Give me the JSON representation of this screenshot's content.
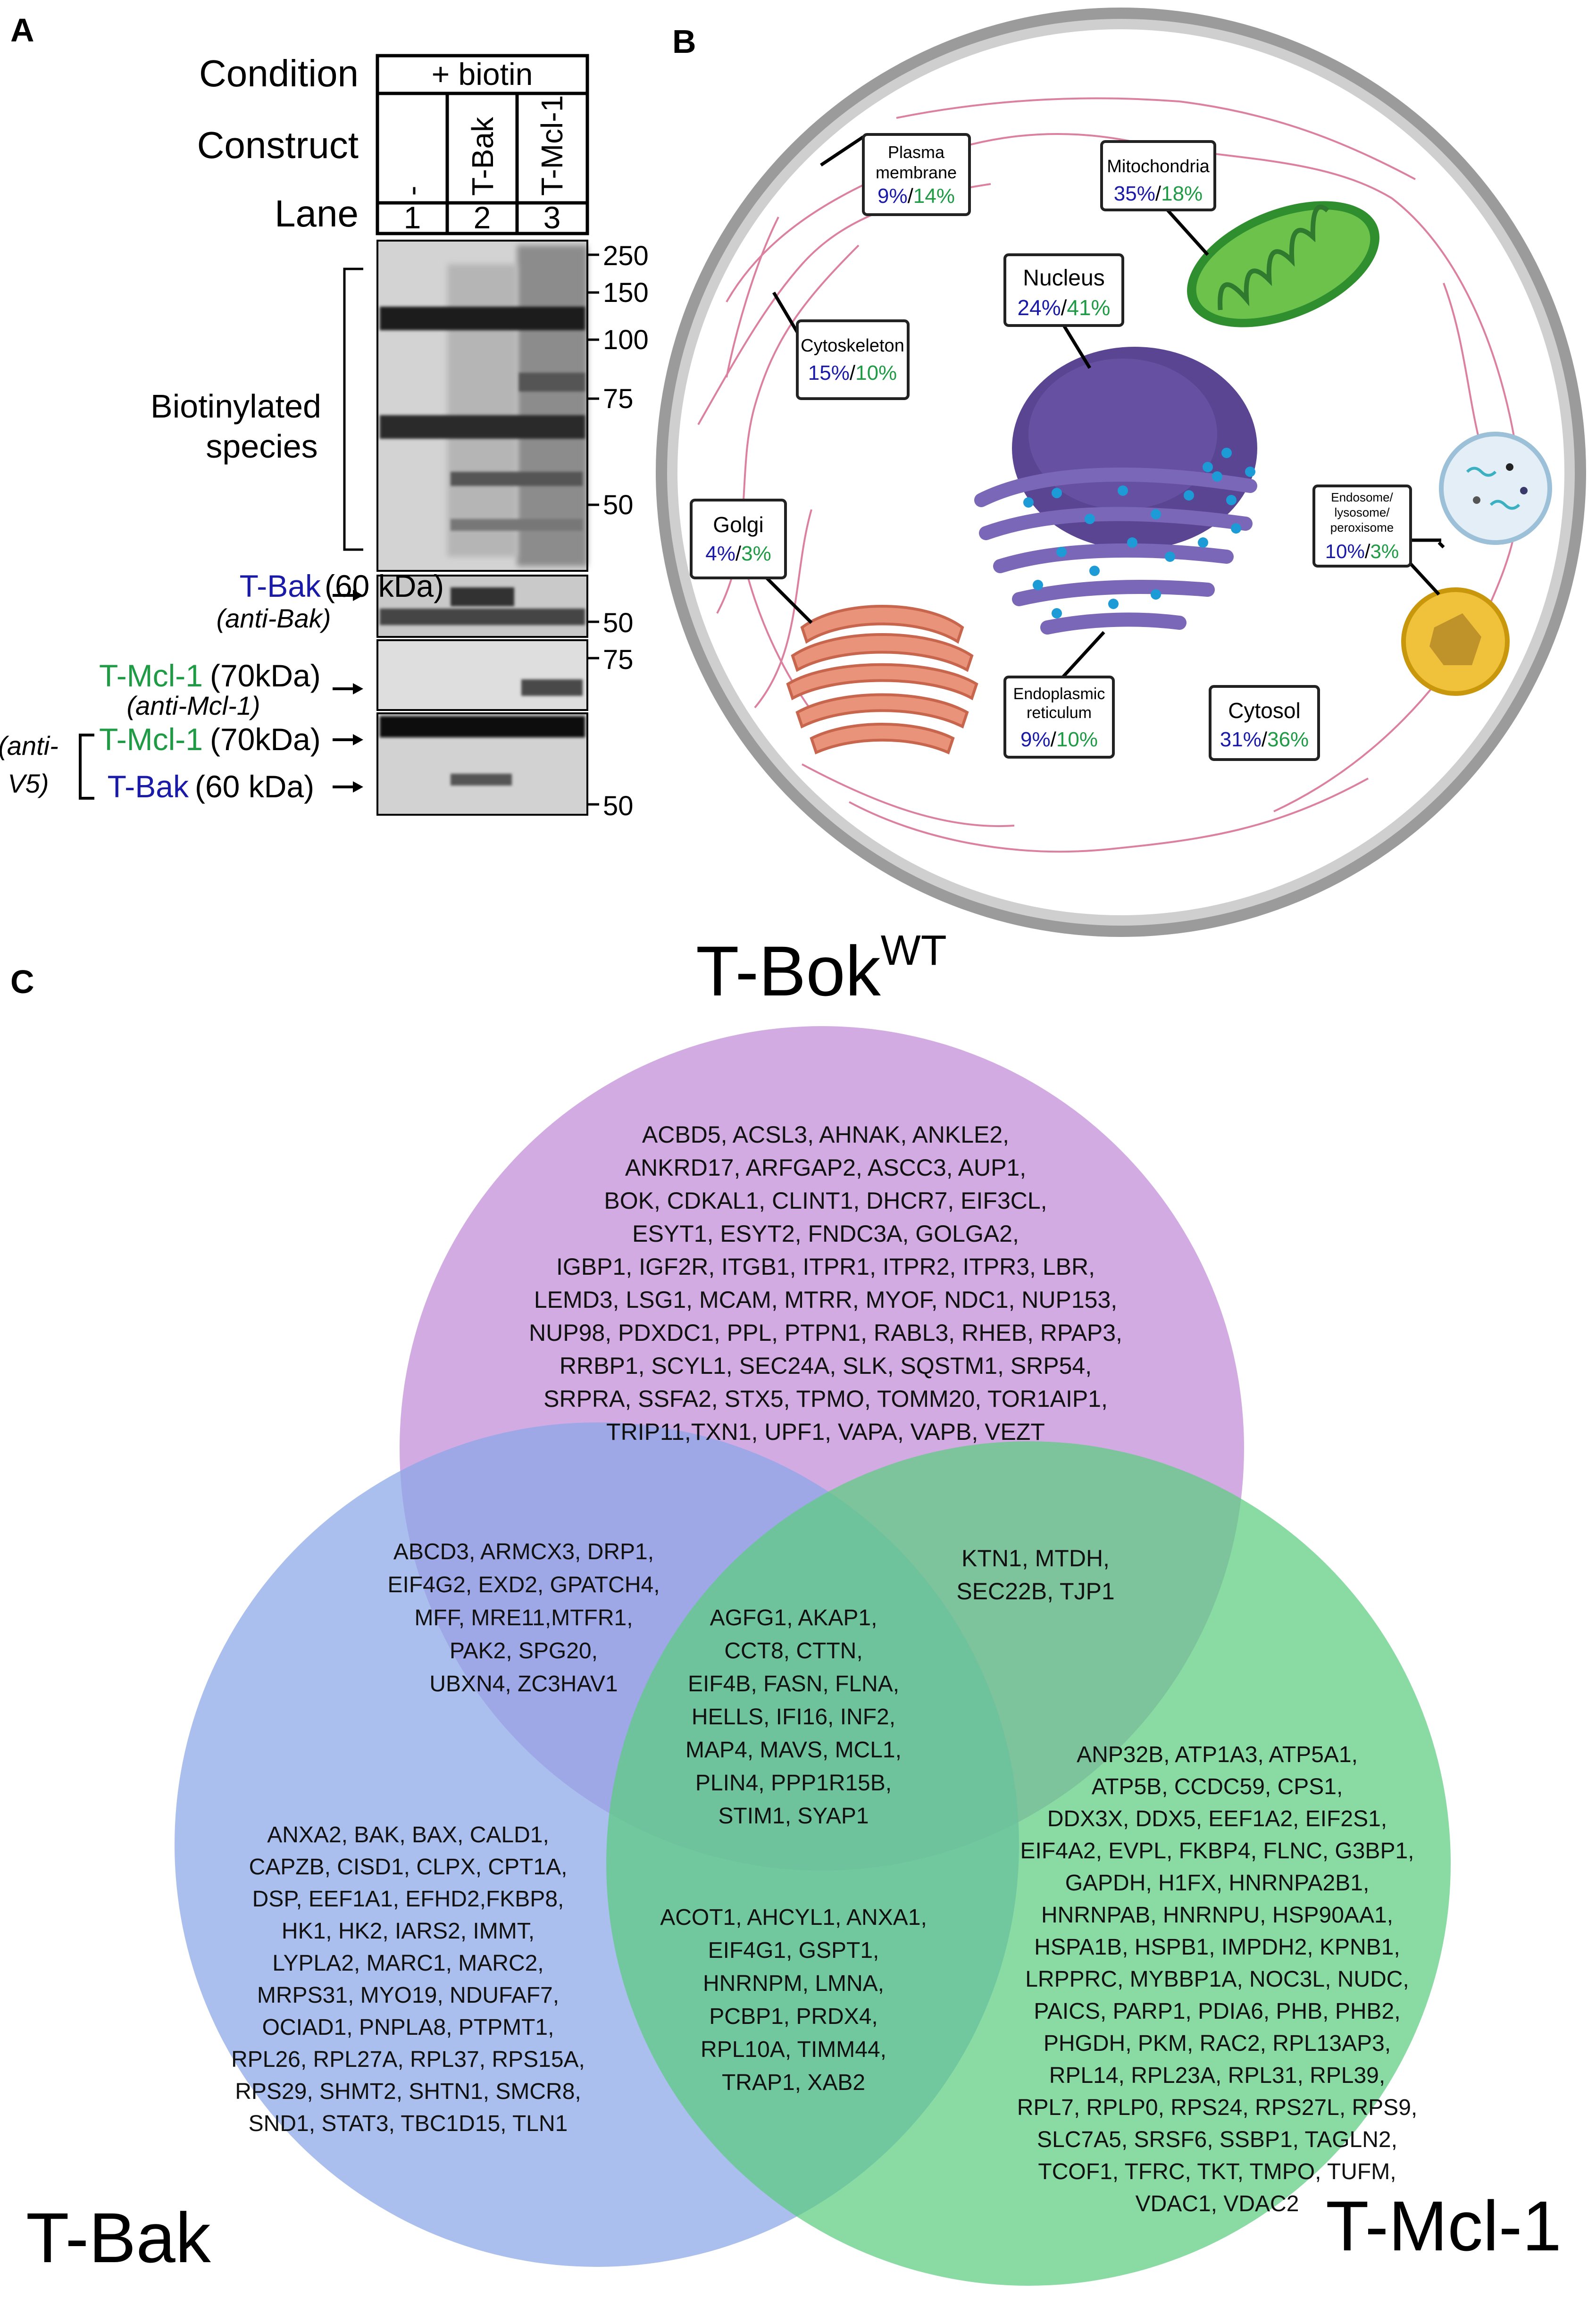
{
  "panelA": {
    "letter": "A",
    "condition_label": "Condition",
    "condition_value": "+ biotin",
    "construct_label": "Construct",
    "constructs": [
      "-",
      "T-Bak",
      "T-Mcl-1"
    ],
    "lane_label": "Lane",
    "lanes": [
      "1",
      "2",
      "3"
    ],
    "markers_top": [
      "250",
      "150",
      "100",
      "75",
      "50"
    ],
    "marker_mid": "50",
    "marker_mcl_top": "75",
    "marker_bottom": "50",
    "biotinylated_line1": "Biotinylated",
    "biotinylated_line2": "species",
    "tbak_name": "T-Bak",
    "tbak_size": "(60 kDa)",
    "tbak_antibody": "(anti-Bak)",
    "tmcl_name": "T-Mcl-1",
    "tmcl_size": "(70kDa)",
    "tmcl_antibody": "(anti-Mcl-1)",
    "v5_line1": "(anti-",
    "v5_line2": "V5)",
    "v5_mcl_name": "T-Mcl-1",
    "v5_mcl_size": "(70kDa)",
    "v5_bak_name": "T-Bak",
    "v5_bak_size": "(60 kDa)"
  },
  "panelB": {
    "letter": "B",
    "labels": {
      "plasma_membrane": {
        "line1": "Plasma",
        "line2": "membrane",
        "blue": "9%",
        "green": "14%"
      },
      "mitochondria": {
        "line1": "Mitochondria",
        "blue": "35%",
        "green": "18%"
      },
      "nucleus": {
        "line1": "Nucleus",
        "blue": "24%",
        "green": "41%"
      },
      "cytoskeleton": {
        "line1": "Cytoskeleton",
        "blue": "15%",
        "green": "10%"
      },
      "golgi": {
        "line1": "Golgi",
        "blue": "4%",
        "green": "3%"
      },
      "endosome": {
        "line1": "Endosome/",
        "line2": "lysosome/",
        "line3": "peroxisome",
        "blue": "10%",
        "green": "3%"
      },
      "er": {
        "line1": "Endoplasmic",
        "line2": "reticulum",
        "blue": "9%",
        "green": "10%"
      },
      "cytosol": {
        "line1": "Cytosol",
        "blue": "31%",
        "green": "36%"
      }
    },
    "slash": "/"
  },
  "panelC": {
    "letter": "C",
    "title_main": "T-Bok",
    "title_sup": "WT",
    "label_bak": "T-Bak",
    "label_mcl": "T-Mcl-1",
    "colors": {
      "bok": "#c08ad8",
      "bak": "#8aa6e8",
      "mcl": "#5ccc80"
    },
    "bok_only": [
      "ACBD5, ACSL3, AHNAK, ANKLE2,",
      "ANKRD17, ARFGAP2, ASCC3, AUP1,",
      "BOK, CDKAL1, CLINT1, DHCR7, EIF3CL,",
      "ESYT1, ESYT2, FNDC3A, GOLGA2,",
      "IGBP1, IGF2R, ITGB1, ITPR1, ITPR2, ITPR3, LBR,",
      "LEMD3, LSG1, MCAM, MTRR, MYOF, NDC1, NUP153,",
      "NUP98, PDXDC1, PPL, PTPN1, RABL3, RHEB, RPAP3,",
      "RRBP1, SCYL1, SEC24A, SLK, SQSTM1, SRP54,",
      "SRPRA, SSFA2, STX5, TPMO, TOMM20, TOR1AIP1,",
      "TRIP11,TXN1, UPF1, VAPA, VAPB, VEZT"
    ],
    "bok_bak": [
      "ABCD3, ARMCX3, DRP1,",
      "EIF4G2, EXD2, GPATCH4,",
      "MFF, MRE11,MTFR1,",
      "PAK2, SPG20,",
      "UBXN4, ZC3HAV1"
    ],
    "bok_mcl": [
      "KTN1, MTDH,",
      "SEC22B, TJP1"
    ],
    "all_three": [
      "AGFG1, AKAP1,",
      "CCT8, CTTN,",
      "EIF4B, FASN, FLNA,",
      "HELLS, IFI16, INF2,",
      "MAP4, MAVS, MCL1,",
      "PLIN4, PPP1R15B,",
      "STIM1, SYAP1"
    ],
    "bak_mcl": [
      "ACOT1, AHCYL1, ANXA1,",
      "EIF4G1, GSPT1,",
      "HNRNPM, LMNA,",
      "PCBP1, PRDX4,",
      "RPL10A, TIMM44,",
      "TRAP1, XAB2"
    ],
    "bak_only": [
      "ANXA2, BAK, BAX, CALD1,",
      "CAPZB, CISD1, CLPX, CPT1A,",
      "DSP, EEF1A1, EFHD2,FKBP8,",
      "HK1, HK2, IARS2, IMMT,",
      "LYPLA2, MARC1, MARC2,",
      "MRPS31, MYO19, NDUFAF7,",
      "OCIAD1, PNPLA8, PTPMT1,",
      "RPL26, RPL27A, RPL37, RPS15A,",
      "RPS29, SHMT2, SHTN1, SMCR8,",
      "SND1, STAT3, TBC1D15, TLN1"
    ],
    "mcl_only": [
      "ANP32B, ATP1A3, ATP5A1,",
      "ATP5B, CCDC59, CPS1,",
      "DDX3X, DDX5, EEF1A2, EIF2S1,",
      "EIF4A2, EVPL, FKBP4, FLNC, G3BP1,",
      "GAPDH, H1FX, HNRNPA2B1,",
      "HNRNPAB, HNRNPU, HSP90AA1,",
      "HSPA1B, HSPB1, IMPDH2, KPNB1,",
      "LRPPRC, MYBBP1A, NOC3L, NUDC,",
      "PAICS, PARP1, PDIA6, PHB, PHB2,",
      "PHGDH, PKM, RAC2, RPL13AP3,",
      "RPL14, RPL23A, RPL31, RPL39,",
      "RPL7, RPLP0, RPS24, RPS27L, RPS9,",
      "SLC7A5, SRSF6, SSBP1, TAGLN2,",
      "TCOF1, TFRC, TKT, TMPO, TUFM,",
      "VDAC1, VDAC2"
    ]
  }
}
